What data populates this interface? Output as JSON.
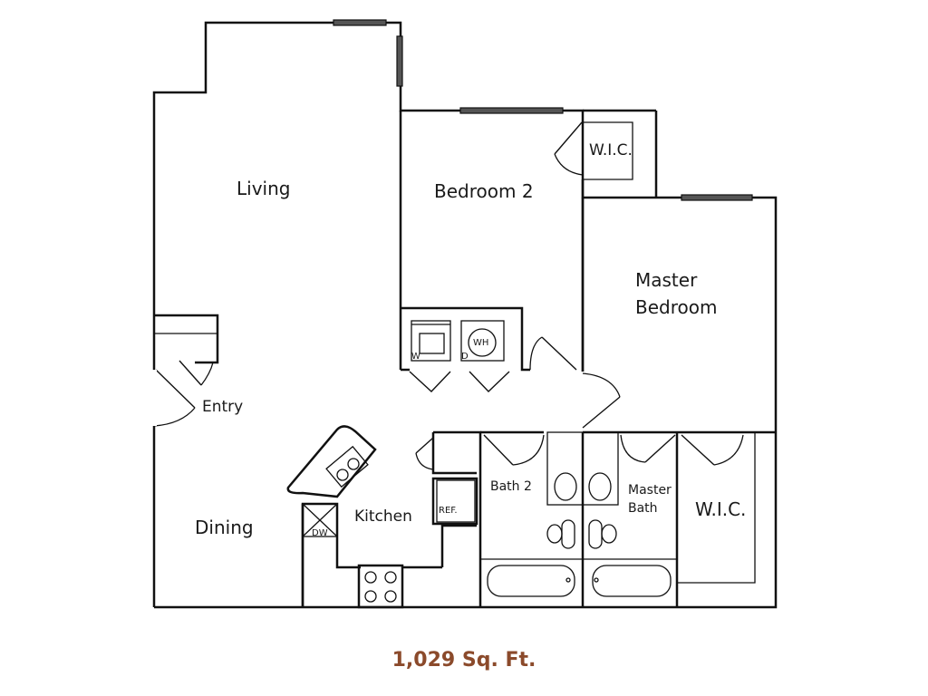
{
  "floorplan": {
    "rooms": {
      "living": "Living",
      "bedroom2": "Bedroom 2",
      "wic_top": "W.I.C.",
      "master_line1": "Master",
      "master_line2": "Bedroom",
      "entry": "Entry",
      "dining": "Dining",
      "kitchen": "Kitchen",
      "bath2": "Bath 2",
      "master_bath_line1": "Master",
      "master_bath_line2": "Bath",
      "wic_right": "W.I.C."
    },
    "fixtures": {
      "washer": "W",
      "dryer": "D",
      "water_heater": "WH",
      "dishwasher": "DW",
      "refrigerator": "REF."
    },
    "area": "1,029 Sq. Ft.",
    "colors": {
      "wall": "#111111",
      "area_text": "#8b4a2b",
      "background": "#ffffff"
    }
  }
}
